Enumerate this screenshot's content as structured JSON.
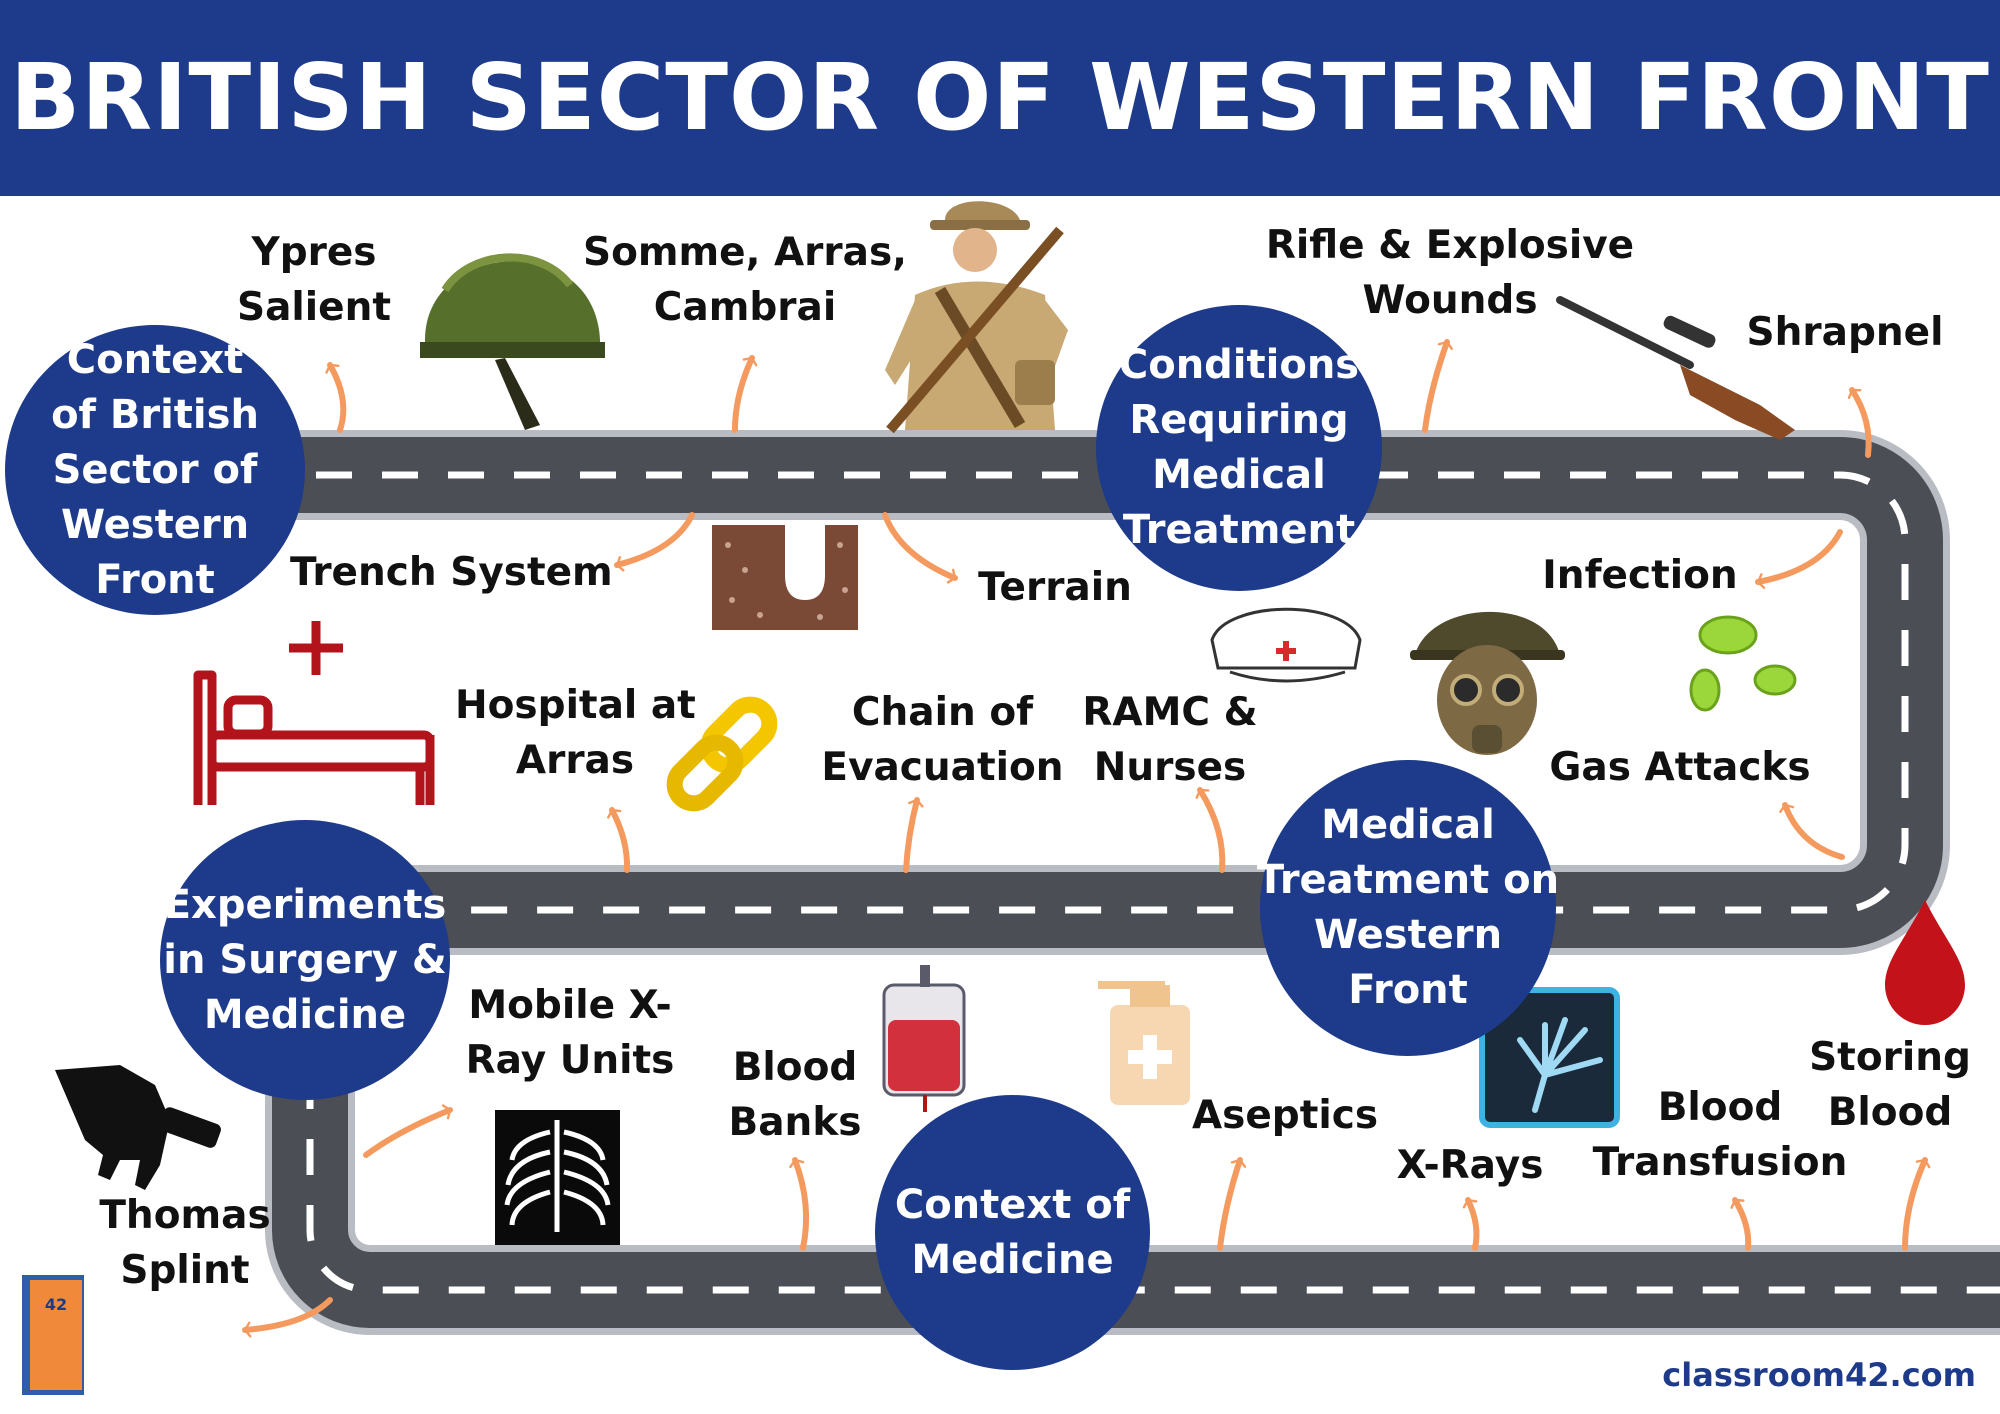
{
  "title": "BRITISH SECTOR OF WESTERN FRONT",
  "colors": {
    "navy": "#1e3a8a",
    "road": "#4b4e54",
    "arrow": "#f59a5e"
  },
  "sections": [
    {
      "id": "context-british-sector",
      "lines": [
        "Context",
        "of British",
        "Sector of",
        "Western",
        "Front"
      ]
    },
    {
      "id": "conditions-medical",
      "lines": [
        "Conditions",
        "Requiring",
        "Medical",
        "Treatment"
      ]
    },
    {
      "id": "medical-treatment-western-front",
      "lines": [
        "Medical",
        "Treatment on",
        "Western",
        "Front"
      ]
    },
    {
      "id": "experiments-surgery",
      "lines": [
        "Experiments",
        "in Surgery &",
        "Medicine"
      ]
    },
    {
      "id": "context-medicine",
      "lines": [
        "Context of",
        "Medicine"
      ]
    }
  ],
  "topics": [
    {
      "id": "ypres-salient",
      "lines": [
        "Ypres",
        "Salient"
      ],
      "icon": "army-helmet-icon"
    },
    {
      "id": "somme-arras-cambrai",
      "lines": [
        "Somme, Arras,",
        "Cambrai"
      ],
      "icon": "soldier-icon"
    },
    {
      "id": "trench-system",
      "lines": [
        "Trench System"
      ],
      "icon": "trench-icon"
    },
    {
      "id": "terrain",
      "lines": [
        "Terrain"
      ]
    },
    {
      "id": "rifle-explosive-wounds",
      "lines": [
        "Rifle & Explosive",
        "Wounds"
      ],
      "icon": "rifle-icon"
    },
    {
      "id": "shrapnel",
      "lines": [
        "Shrapnel"
      ]
    },
    {
      "id": "infection",
      "lines": [
        "Infection"
      ],
      "icon": "bacteria-icon"
    },
    {
      "id": "gas-attacks",
      "lines": [
        "Gas Attacks"
      ],
      "icon": "gas-mask-icon"
    },
    {
      "id": "rame-nurses",
      "lines": [
        "RAMC &",
        "Nurses"
      ],
      "icon": "nurse-cap-icon"
    },
    {
      "id": "chain-of-evacuation",
      "lines": [
        "Chain of",
        "Evacuation"
      ],
      "icon": "chain-link-icon"
    },
    {
      "id": "hospital-at-arras",
      "lines": [
        "Hospital at",
        "Arras"
      ],
      "icon": "hospital-bed-icon"
    },
    {
      "id": "thomas-splint",
      "lines": [
        "Thomas",
        "Splint"
      ],
      "icon": "splint-icon"
    },
    {
      "id": "mobile-xray-units",
      "lines": [
        "Mobile X-",
        "Ray Units"
      ],
      "icon": "ribcage-xray-icon"
    },
    {
      "id": "blood-banks",
      "lines": [
        "Blood",
        "Banks"
      ],
      "icon": "blood-bag-icon"
    },
    {
      "id": "aseptics",
      "lines": [
        "Aseptics"
      ],
      "icon": "sanitizer-bottle-icon"
    },
    {
      "id": "x-rays",
      "lines": [
        "X-Rays"
      ],
      "icon": "hand-xray-icon"
    },
    {
      "id": "blood-transfusion",
      "lines": [
        "Blood",
        "Transfusion"
      ]
    },
    {
      "id": "storing-blood",
      "lines": [
        "Storing",
        "Blood"
      ],
      "icon": "blood-drop-icon"
    }
  ],
  "website": "classroom42.com",
  "logo_text": "42"
}
